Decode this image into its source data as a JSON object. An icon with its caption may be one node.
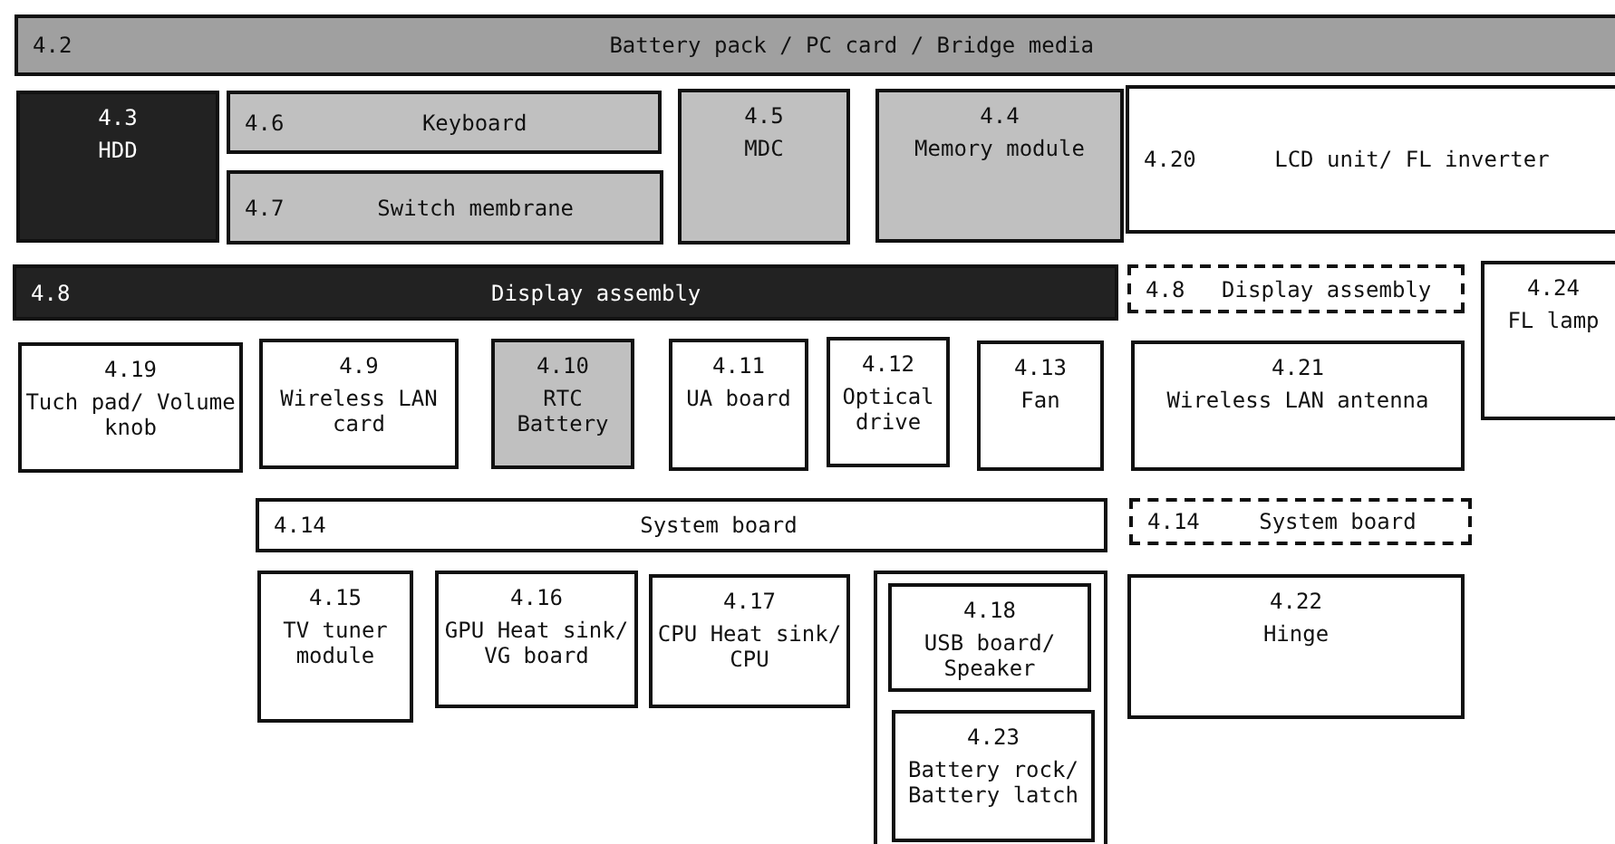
{
  "diagram": {
    "nodes": [
      {
        "text": [
          "4.2",
          "Battery pack / PC card / Bridge media"
        ]
      },
      {
        "text": [
          "4.3",
          "HDD"
        ]
      },
      {
        "text": [
          "4.6",
          "Keyboard"
        ]
      },
      {
        "text": [
          "4.5",
          "MDC"
        ]
      },
      {
        "text": [
          "4.4",
          "Memory module"
        ]
      },
      {
        "text": [
          "4.20",
          "LCD unit/ FL inverter"
        ]
      },
      {
        "text": [
          "4.7",
          "Switch membrane"
        ]
      },
      {
        "text": [
          "4.8",
          "Display assembly"
        ]
      },
      {
        "text": [
          "4.8",
          "Display assembly"
        ]
      },
      {
        "text": [
          "4.24",
          "FL lamp"
        ]
      },
      {
        "text": [
          "4.19",
          "Tuch pad/ Volume knob"
        ]
      },
      {
        "text": [
          "4.9",
          "Wireless LAN card"
        ]
      },
      {
        "text": [
          "4.10",
          "RTC Battery"
        ]
      },
      {
        "text": [
          "4.11",
          "UA board"
        ]
      },
      {
        "text": [
          "4.12",
          "Optical drive"
        ]
      },
      {
        "text": [
          "4.13",
          "Fan"
        ]
      },
      {
        "text": [
          "4.21",
          "Wireless LAN antenna"
        ]
      },
      {
        "text": [
          "4.14",
          "System board"
        ]
      },
      {
        "text": [
          "4.14",
          "System board"
        ]
      },
      {
        "text": [
          "4.15",
          "TV tuner module"
        ]
      },
      {
        "text": [
          "4.16",
          "GPU Heat sink/ VG board"
        ]
      },
      {
        "text": [
          "4.17",
          "CPU Heat sink/ CPU"
        ]
      },
      {
        "text": [],
        "shape": "box"
      },
      {
        "text": [
          "4.18",
          "USB board/ Speaker"
        ],
        "in": 22
      },
      {
        "text": [
          "4.23",
          "Battery rock/ Battery latch"
        ],
        "in": 22
      },
      {
        "text": [
          "4.22",
          "Hinge"
        ]
      }
    ],
    "edges": []
  }
}
